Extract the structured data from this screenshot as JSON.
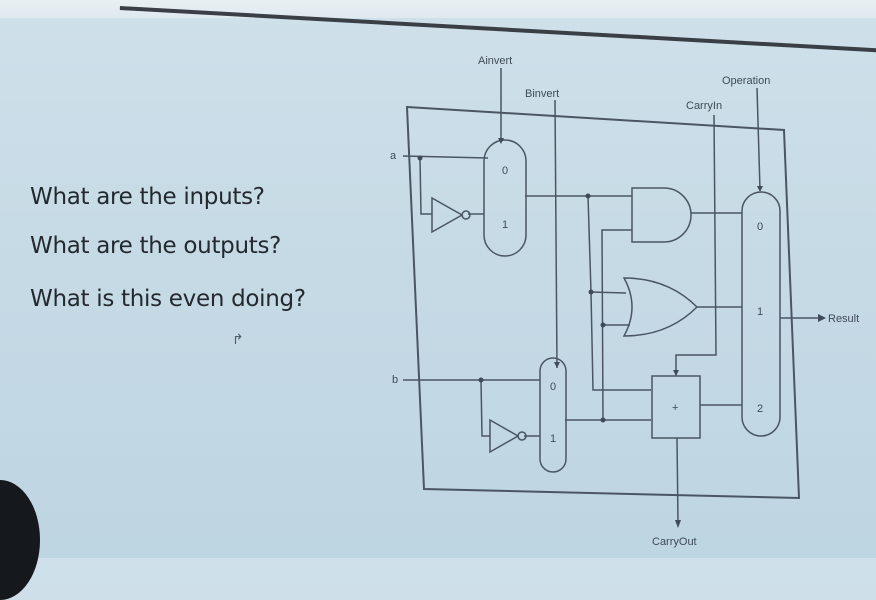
{
  "slide": {
    "questions": [
      "What are the inputs?",
      "What are the outputs?",
      "What is this even doing?"
    ]
  },
  "diagram": {
    "labels": {
      "ainvert": "Ainvert",
      "binvert": "Binvert",
      "carryin": "CarryIn",
      "operation": "Operation",
      "a": "a",
      "b": "b",
      "result": "Result",
      "carryout": "CarryOut"
    },
    "mux_a": [
      "0",
      "1"
    ],
    "mux_b": [
      "0",
      "1"
    ],
    "mux_op": [
      "0",
      "1",
      "2"
    ],
    "adder_symbol": "+"
  }
}
